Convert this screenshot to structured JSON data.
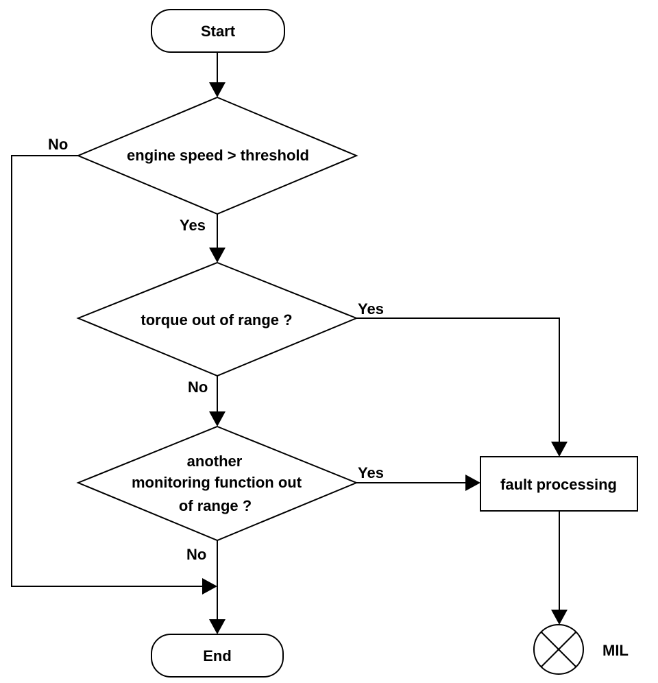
{
  "flowchart": {
    "start_label": "Start",
    "end_label": "End",
    "decision_engine_speed": "engine speed > threshold",
    "decision_torque": "torque out of range ?",
    "decision_monitoring": [
      "another",
      "monitoring function out",
      "of range ?"
    ],
    "process_fault": "fault processing",
    "mil_label": "MIL",
    "edges": {
      "engine_no": "No",
      "engine_yes": "Yes",
      "torque_yes": "Yes",
      "torque_no": "No",
      "monitoring_yes": "Yes",
      "monitoring_no": "No"
    }
  }
}
